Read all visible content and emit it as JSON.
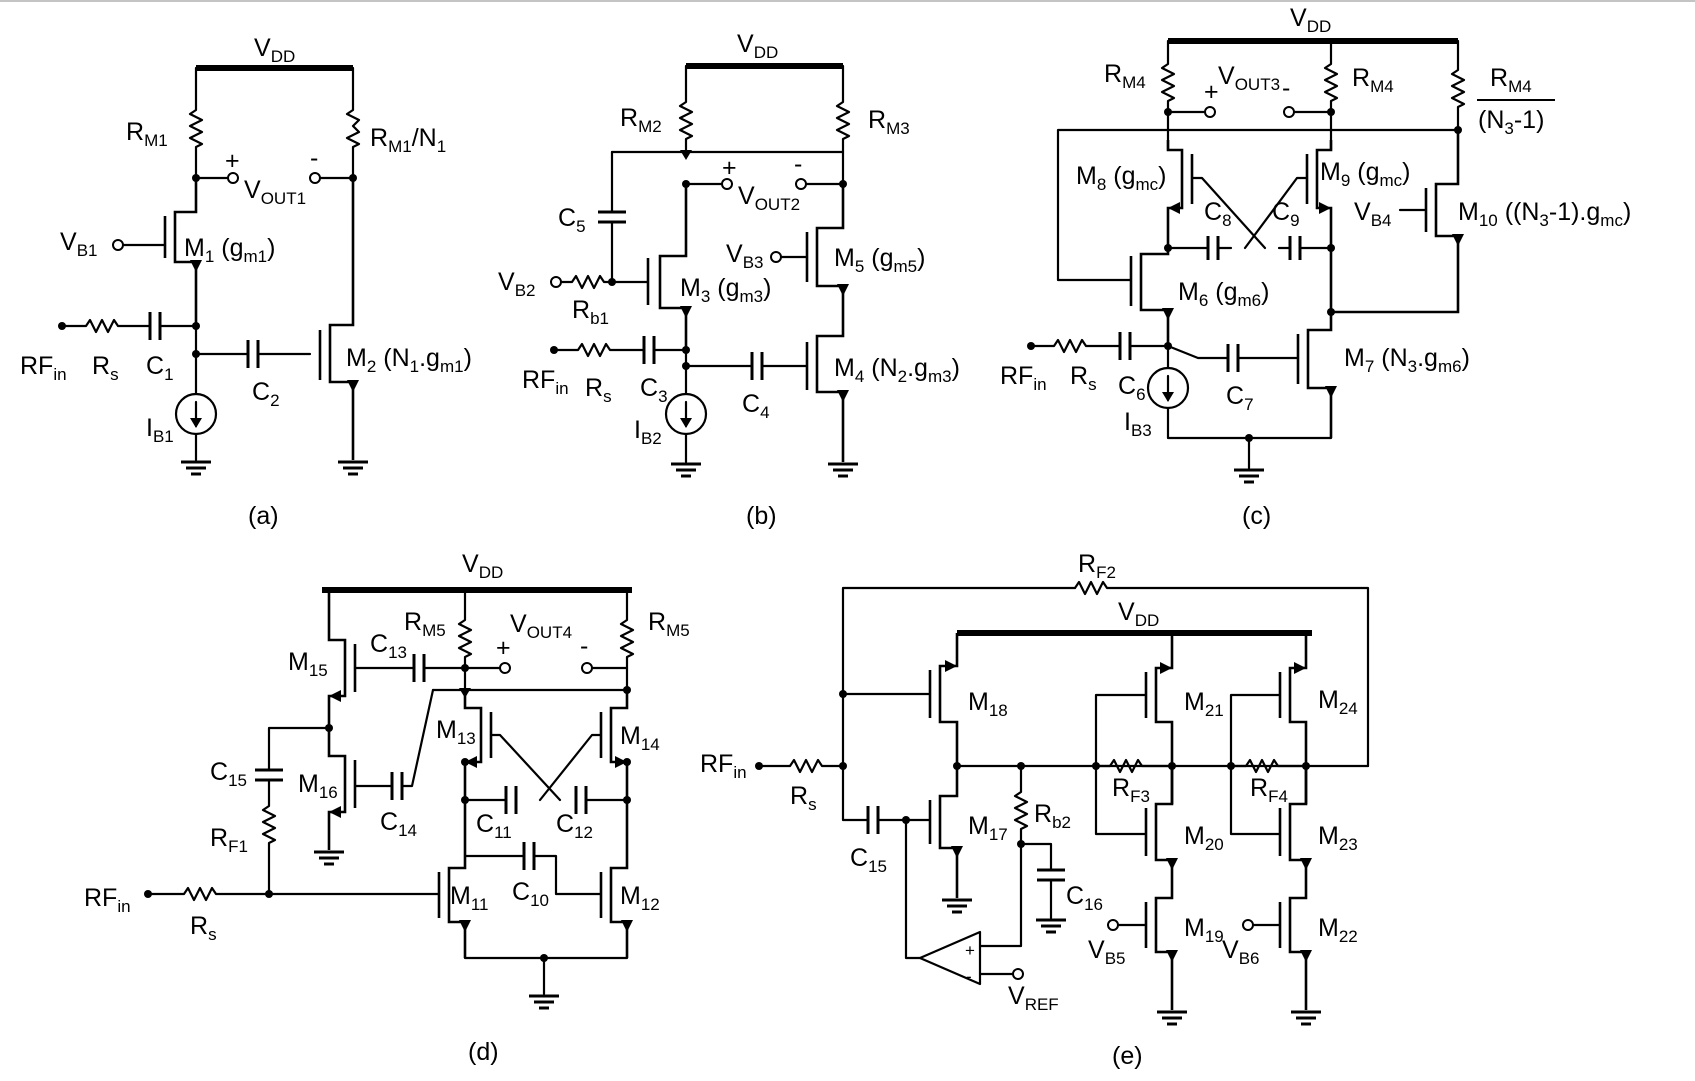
{
  "panels": {
    "a": {
      "caption": "(a)",
      "vdd": "V",
      "vdd_sub": "DD",
      "rm1": "R",
      "rm1_sub": "M1",
      "rm1n": "R",
      "rm1n_sub1": "M1",
      "rm1n_mid": "/N",
      "rm1n_sub2": "1",
      "plus": "+",
      "minus": "-",
      "vout": "V",
      "vout_sub": "OUT1",
      "vb": "V",
      "vb_sub": "B1",
      "m1": "M",
      "m1_sub": "1",
      "m1_g": " (g",
      "m1_gsub": "m1",
      "m1_end": ")",
      "m2": "M",
      "m2_sub": "2",
      "m2_g": " (N",
      "m2_gsub1": "1",
      "m2_dot": ".g",
      "m2_gsub2": "m1",
      "m2_end": ")",
      "rfin": "RF",
      "rfin_sub": "in",
      "rs": "R",
      "rs_sub": "s",
      "c1": "C",
      "c1_sub": "1",
      "c2": "C",
      "c2_sub": "2",
      "ib": "I",
      "ib_sub": "B1"
    },
    "b": {
      "caption": "(b)",
      "vdd": "V",
      "vdd_sub": "DD",
      "rm2": "R",
      "rm2_sub": "M2",
      "rm3": "R",
      "rm3_sub": "M3",
      "plus": "+",
      "minus": "-",
      "vout": "V",
      "vout_sub": "OUT2",
      "c5": "C",
      "c5_sub": "5",
      "vb3": "V",
      "vb3_sub": "B3",
      "m5": "M",
      "m5_sub": "5",
      "m5_g": " (g",
      "m5_gsub": "m5",
      "m5_end": ")",
      "vb2": "V",
      "vb2_sub": "B2",
      "m3": "M",
      "m3_sub": "3",
      "m3_g": " (g",
      "m3_gsub": "m3",
      "m3_end": ")",
      "rb1": "R",
      "rb1_sub": "b1",
      "rfin": "RF",
      "rfin_sub": "in",
      "rs": "R",
      "rs_sub": "s",
      "c3": "C",
      "c3_sub": "3",
      "c4": "C",
      "c4_sub": "4",
      "m4": "M",
      "m4_sub": "4",
      "m4_g": " (N",
      "m4_gsub1": "2",
      "m4_dot": ".g",
      "m4_gsub2": "m3",
      "m4_end": ")",
      "ib": "I",
      "ib_sub": "B2"
    },
    "c": {
      "caption": "(c)",
      "vdd": "V",
      "vdd_sub": "DD",
      "rm4a": "R",
      "rm4a_sub": "M4",
      "rm4b": "R",
      "rm4b_sub": "M4",
      "rm4c": "R",
      "rm4c_sub": "M4",
      "rm4c_den": "(N",
      "rm4c_den_sub": "3",
      "rm4c_den_end": "-1)",
      "plus": "+",
      "minus": "-",
      "vout": "V",
      "vout_sub": "OUT3",
      "m8": "M",
      "m8_sub": "8",
      "m8_g": " (g",
      "m8_gsub": "mc",
      "m8_end": ")",
      "m9": "M",
      "m9_sub": "9",
      "m9_g": " (g",
      "m9_gsub": "mc",
      "m9_end": ")",
      "c8": "C",
      "c8_sub": "8",
      "c9": "C",
      "c9_sub": "9",
      "vb4": "V",
      "vb4_sub": "B4",
      "m10": "M",
      "m10_sub": "10",
      "m10_g": " ((N",
      "m10_gsub1": "3",
      "m10_dot": "-1).g",
      "m10_gsub2": "mc",
      "m10_end": ")",
      "m6": "M",
      "m6_sub": "6",
      "m6_g": " (g",
      "m6_gsub": "m6",
      "m6_end": ")",
      "rfin": "RF",
      "rfin_sub": "in",
      "rs": "R",
      "rs_sub": "s",
      "c6": "C",
      "c6_sub": "6",
      "c7": "C",
      "c7_sub": "7",
      "m7": "M",
      "m7_sub": "7",
      "m7_g": " (N",
      "m7_gsub1": "3",
      "m7_dot": ".g",
      "m7_gsub2": "m6",
      "m7_end": ")",
      "ib": "I",
      "ib_sub": "B3"
    },
    "d": {
      "caption": "(d)",
      "vdd": "V",
      "vdd_sub": "DD",
      "rm5a": "R",
      "rm5a_sub": "M5",
      "rm5b": "R",
      "rm5b_sub": "M5",
      "plus": "+",
      "minus": "-",
      "vout": "V",
      "vout_sub": "OUT4",
      "m15": "M",
      "m15_sub": "15",
      "c13": "C",
      "c13_sub": "13",
      "m13": "M",
      "m13_sub": "13",
      "m14": "M",
      "m14_sub": "14",
      "c15": "C",
      "c15_sub": "15",
      "m16": "M",
      "m16_sub": "16",
      "c14": "C",
      "c14_sub": "14",
      "c11": "C",
      "c11_sub": "11",
      "c12": "C",
      "c12_sub": "12",
      "rf1": "R",
      "rf1_sub": "F1",
      "c10": "C",
      "c10_sub": "10",
      "rfin": "RF",
      "rfin_sub": "in",
      "m11": "M",
      "m11_sub": "11",
      "m12": "M",
      "m12_sub": "12",
      "rs": "R",
      "rs_sub": "s"
    },
    "e": {
      "caption": "(e)",
      "rf2": "R",
      "rf2_sub": "F2",
      "vdd": "V",
      "vdd_sub": "DD",
      "m18": "M",
      "m18_sub": "18",
      "m21": "M",
      "m21_sub": "21",
      "m24": "M",
      "m24_sub": "24",
      "rfin": "RF",
      "rfin_sub": "in",
      "rs": "R",
      "rs_sub": "s",
      "rf3": "R",
      "rf3_sub": "F3",
      "rf4": "R",
      "rf4_sub": "F4",
      "m17": "M",
      "m17_sub": "17",
      "rb2": "R",
      "rb2_sub": "b2",
      "m20": "M",
      "m20_sub": "20",
      "m23": "M",
      "m23_sub": "23",
      "c15": "C",
      "c15_sub": "15",
      "c16": "C",
      "c16_sub": "16",
      "m19": "M",
      "m19_sub": "19",
      "m22": "M",
      "m22_sub": "22",
      "plus": "+",
      "minus": "-",
      "vb5": "V",
      "vb5_sub": "B5",
      "vb6": "V",
      "vb6_sub": "B6",
      "vref": "V",
      "vref_sub": "REF"
    }
  }
}
